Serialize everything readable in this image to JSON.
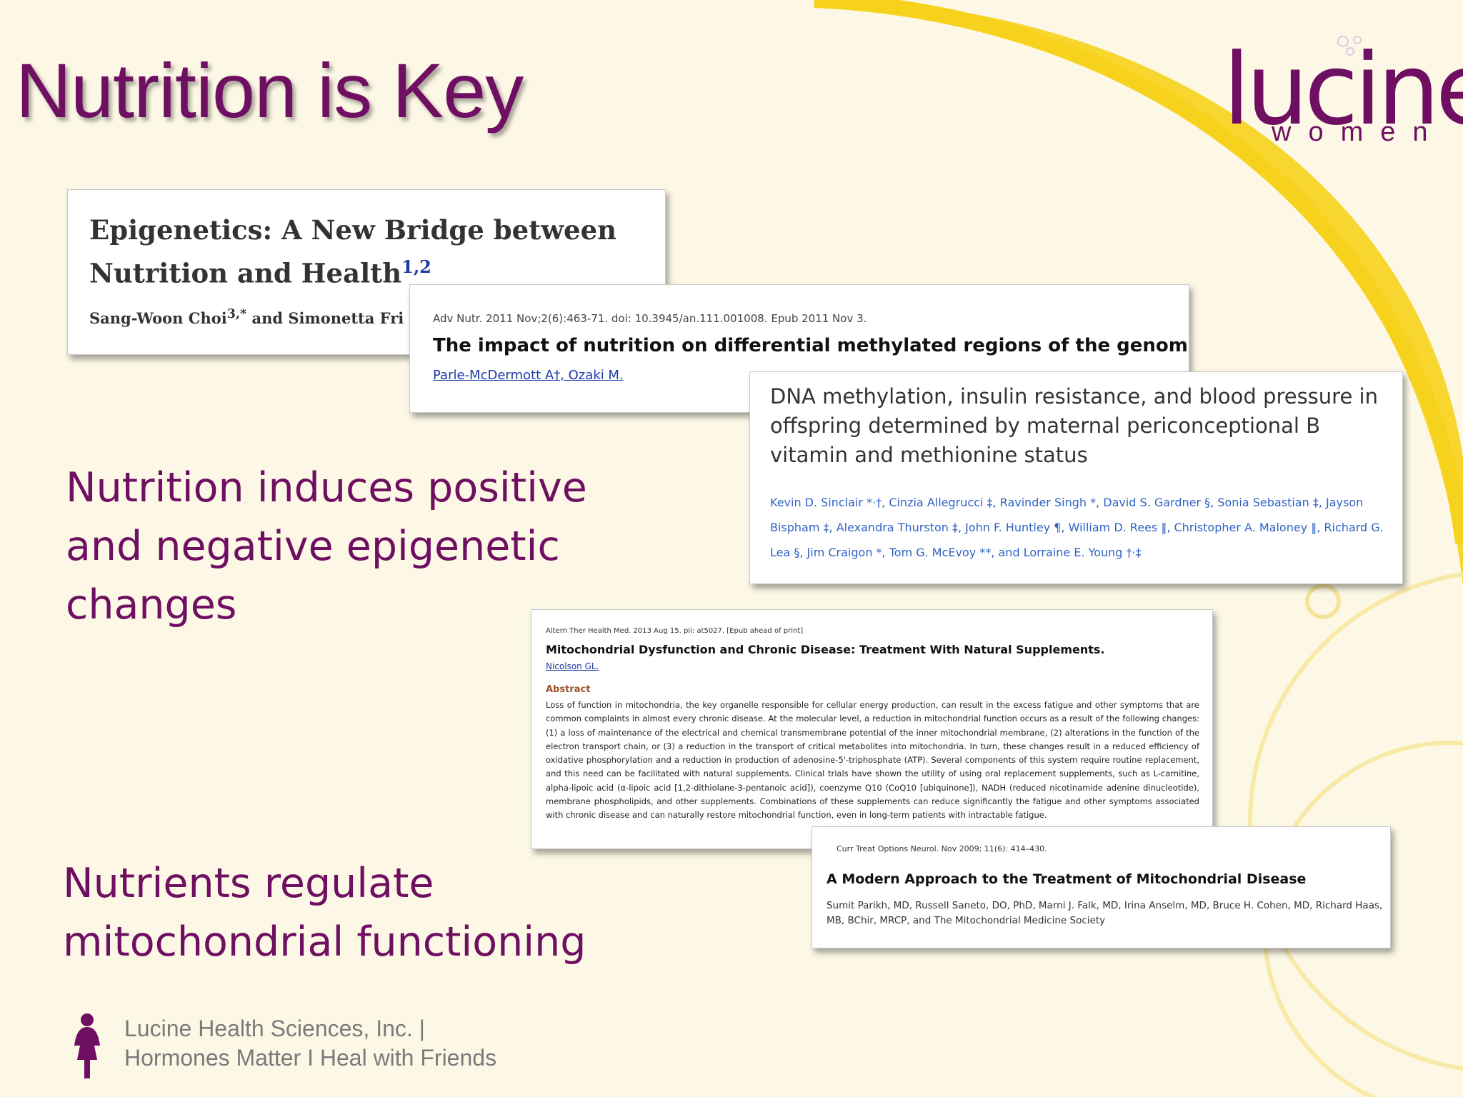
{
  "slide": {
    "title": "Nutrition is Key",
    "brand": {
      "wordmark": "lucine",
      "subword": "women",
      "color": "#6e0f62"
    },
    "accent_color": "#f7d21c",
    "bullets": [
      "Nutrition induces positive and negative epigenetic changes",
      "Nutrients regulate mitochondrial functioning"
    ],
    "footer": {
      "line1": "Lucine Health Sciences, Inc. |",
      "line2": "Hormones Matter I Heal with Friends",
      "icon": "woman-icon"
    }
  },
  "papers": {
    "p1": {
      "title": "Epigenetics: A New Bridge between Nutrition and Health",
      "title_sup": "1,2",
      "authors": "Sang-Woon Choi",
      "authors_sup": "3,*",
      "authors_rest": "and Simonetta Fri"
    },
    "p2": {
      "meta": "Adv Nutr. 2011 Nov;2(6):463-71. doi: 10.3945/an.111.001008. Epub 2011 Nov 3.",
      "title": "The impact of nutrition on differential methylated regions of the genome.",
      "authors": "Parle-McDermott A†, Ozaki M."
    },
    "p3": {
      "title": "DNA methylation, insulin resistance, and blood pressure in offspring determined by maternal periconceptional B vitamin and methionine status",
      "authors": "Kevin D. Sinclair *·†, Cinzia Allegrucci ‡, Ravinder Singh *, David S. Gardner §, Sonia Sebastian ‡, Jayson Bispham ‡, Alexandra Thurston ‡, John F. Huntley ¶, William D. Rees ‖, Christopher A. Maloney ‖, Richard G. Lea §, Jim Craigon *, Tom G. McEvoy **, and Lorraine E. Young †·‡"
    },
    "p4": {
      "meta": "Altern Ther Health Med. 2013 Aug 15. pii: at5027. [Epub ahead of print]",
      "title": "Mitochondrial Dysfunction and Chronic Disease: Treatment With Natural Supplements.",
      "authors": "Nicolson GL.",
      "abstract_heading": "Abstract",
      "abstract": "Loss of function in mitochondria, the key organelle responsible for cellular energy production, can result in the excess fatigue and other symptoms that are common complaints in almost every chronic disease. At the molecular level, a reduction in mitochondrial function occurs as a result of the following changes: (1) a loss of maintenance of the electrical and chemical transmembrane potential of the inner mitochondrial membrane, (2) alterations in the function of the electron transport chain, or (3) a reduction in the transport of critical metabolites into mitochondria. In turn, these changes result in a reduced efficiency of oxidative phosphorylation and a reduction in production of adenosine-5'-triphosphate (ATP). Several components of this system require routine replacement, and this need can be facilitated with natural supplements. Clinical trials have shown the utility of using oral replacement supplements, such as L-carnitine, alpha-lipoic acid (α-lipoic acid [1,2-dithiolane-3-pentanoic acid]), coenzyme Q10 (CoQ10 [ubiquinone]), NADH (reduced nicotinamide adenine dinucleotide), membrane phospholipids, and other supplements. Combinations of these supplements can reduce significantly the fatigue and other symptoms associated with chronic disease and can naturally restore mitochondrial function, even in long-term patients with intractable fatigue."
    },
    "p5": {
      "meta": "Curr Treat Options Neurol. Nov 2009; 11(6): 414–430.",
      "title": "A Modern Approach to the Treatment of Mitochondrial Disease",
      "authors": "Sumit Parikh, MD, Russell Saneto, DO, PhD, Marni J. Falk, MD, Irina Anselm, MD, Bruce H. Cohen, MD, Richard Haas, MB, BChir, MRCP, and The Mitochondrial Medicine Society"
    }
  }
}
